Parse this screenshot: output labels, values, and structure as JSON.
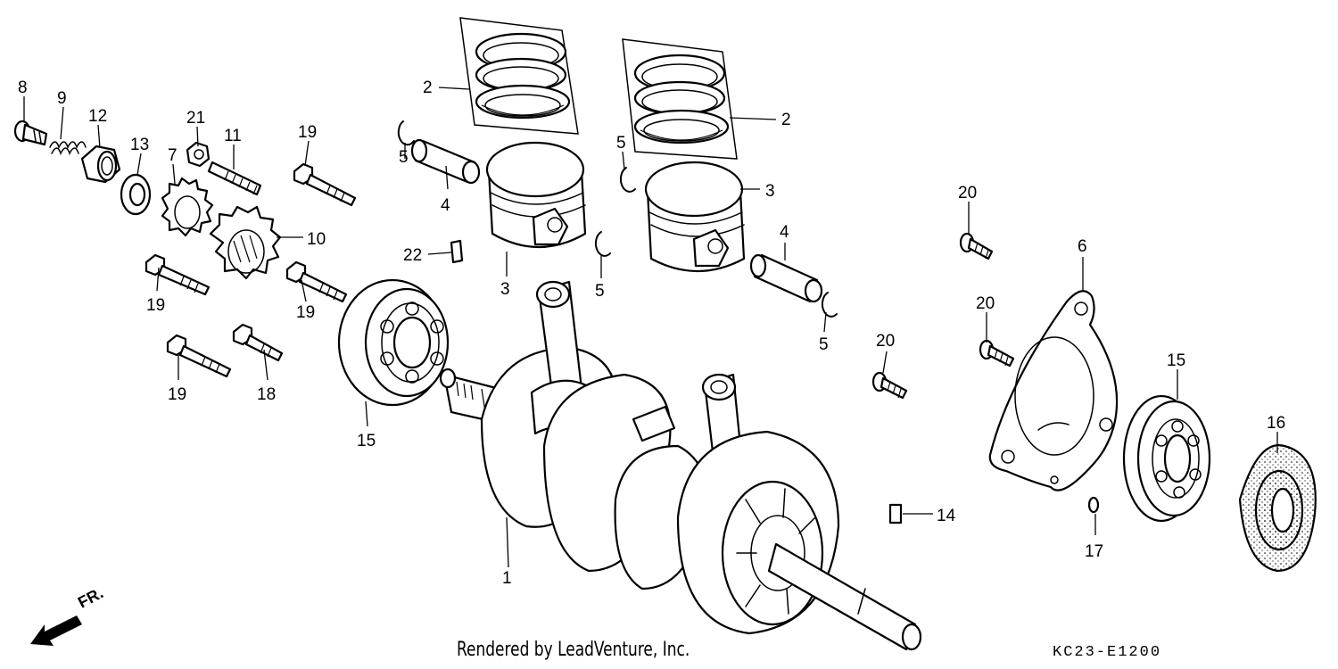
{
  "diagram": {
    "direction_label": "FR.",
    "credit": "Rendered by LeadVenture, Inc.",
    "diagram_code": "KC23-E1200",
    "callouts": [
      {
        "id": "c8",
        "text": "8"
      },
      {
        "id": "c9",
        "text": "9"
      },
      {
        "id": "c12",
        "text": "12"
      },
      {
        "id": "c21",
        "text": "21"
      },
      {
        "id": "c11",
        "text": "11"
      },
      {
        "id": "c13",
        "text": "13"
      },
      {
        "id": "c7",
        "text": "7"
      },
      {
        "id": "c19a",
        "text": "19"
      },
      {
        "id": "c10",
        "text": "10"
      },
      {
        "id": "c19b",
        "text": "19"
      },
      {
        "id": "c19c",
        "text": "19"
      },
      {
        "id": "c19d",
        "text": "19"
      },
      {
        "id": "c18",
        "text": "18"
      },
      {
        "id": "c15a",
        "text": "15"
      },
      {
        "id": "c2a",
        "text": "2"
      },
      {
        "id": "c5a",
        "text": "5"
      },
      {
        "id": "c4a",
        "text": "4"
      },
      {
        "id": "c22",
        "text": "22"
      },
      {
        "id": "c3a",
        "text": "3"
      },
      {
        "id": "c5b",
        "text": "5"
      },
      {
        "id": "c5c",
        "text": "5"
      },
      {
        "id": "c2b",
        "text": "2"
      },
      {
        "id": "c3b",
        "text": "3"
      },
      {
        "id": "c4b",
        "text": "4"
      },
      {
        "id": "c5d",
        "text": "5"
      },
      {
        "id": "c20a",
        "text": "20"
      },
      {
        "id": "c20b",
        "text": "20"
      },
      {
        "id": "c20c",
        "text": "20"
      },
      {
        "id": "c6",
        "text": "6"
      },
      {
        "id": "c15b",
        "text": "15"
      },
      {
        "id": "c16",
        "text": "16"
      },
      {
        "id": "c17",
        "text": "17"
      },
      {
        "id": "c14",
        "text": "14"
      },
      {
        "id": "c1",
        "text": "1"
      }
    ]
  }
}
